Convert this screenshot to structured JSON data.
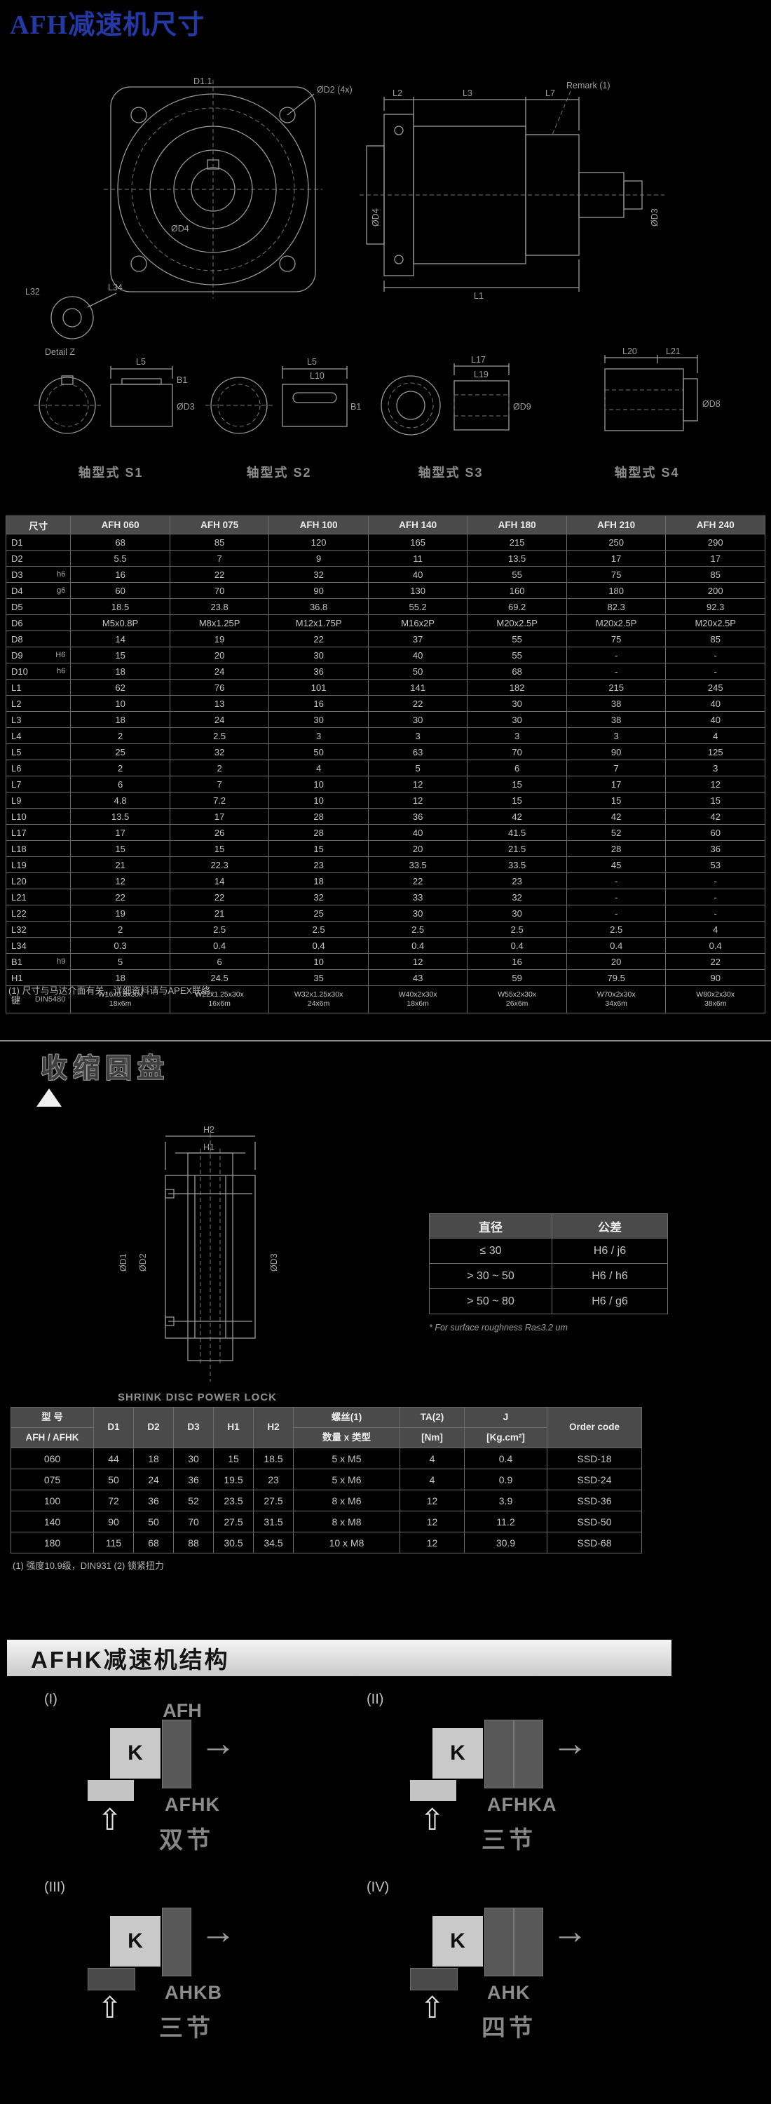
{
  "page": {
    "title": "AFH减速机尺寸"
  },
  "drawings": {
    "front_view": {
      "dim_top": "D1.1",
      "bolt_label": "ØD2 (4x)",
      "pilot_label": "ØD4"
    },
    "side_view": {
      "dims_top": [
        "L2",
        "L3",
        "L7"
      ],
      "dim_bottom": "L1",
      "dims_right": [
        "ØD3",
        "ØD4"
      ],
      "remark": "Remark (1)"
    },
    "detail": {
      "label": "Detail Z",
      "dims": [
        "L32",
        "L34"
      ]
    },
    "shaft_types": [
      {
        "caption": "轴型式 S1",
        "dims": [
          "B1",
          "L5",
          "ØD3"
        ]
      },
      {
        "caption": "轴型式 S2",
        "dims": [
          "L5",
          "L10",
          "B1"
        ]
      },
      {
        "caption": "轴型式 S3",
        "dims": [
          "L17",
          "L19",
          "ØD9"
        ]
      },
      {
        "caption": "轴型式 S4",
        "dims": [
          "L20",
          "L21",
          "ØD8"
        ]
      }
    ],
    "shrink": {
      "h1": "H1",
      "h2": "H2",
      "d1": "ØD1",
      "d2": "ØD2",
      "d3": "ØD3"
    }
  },
  "dim_table": {
    "header": [
      "尺寸",
      "AFH 060",
      "AFH 075",
      "AFH 100",
      "AFH 140",
      "AFH 180",
      "AFH 210",
      "AFH 240"
    ],
    "rows": [
      {
        "label": "D1",
        "tol": "",
        "values": [
          "68",
          "85",
          "120",
          "165",
          "215",
          "250",
          "290"
        ]
      },
      {
        "label": "D2",
        "tol": "",
        "values": [
          "5.5",
          "7",
          "9",
          "11",
          "13.5",
          "17",
          "17"
        ]
      },
      {
        "label": "D3",
        "tol": "h6",
        "values": [
          "16",
          "22",
          "32",
          "40",
          "55",
          "75",
          "85"
        ]
      },
      {
        "label": "D4",
        "tol": "g6",
        "values": [
          "60",
          "70",
          "90",
          "130",
          "160",
          "180",
          "200"
        ]
      },
      {
        "label": "D5",
        "tol": "",
        "values": [
          "18.5",
          "23.8",
          "36.8",
          "55.2",
          "69.2",
          "82.3",
          "92.3"
        ]
      },
      {
        "label": "D6",
        "tol": "",
        "values": [
          "M5x0.8P",
          "M8x1.25P",
          "M12x1.75P",
          "M16x2P",
          "M20x2.5P",
          "M20x2.5P",
          "M20x2.5P"
        ]
      },
      {
        "label": "D8",
        "tol": "",
        "values": [
          "14",
          "19",
          "22",
          "37",
          "55",
          "75",
          "85"
        ]
      },
      {
        "label": "D9",
        "tol": "H6",
        "values": [
          "15",
          "20",
          "30",
          "40",
          "55",
          "-",
          "-"
        ]
      },
      {
        "label": "D10",
        "tol": "h6",
        "values": [
          "18",
          "24",
          "36",
          "50",
          "68",
          "-",
          "-"
        ]
      },
      {
        "label": "L1",
        "tol": "",
        "values": [
          "62",
          "76",
          "101",
          "141",
          "182",
          "215",
          "245"
        ]
      },
      {
        "label": "L2",
        "tol": "",
        "values": [
          "10",
          "13",
          "16",
          "22",
          "30",
          "38",
          "40"
        ]
      },
      {
        "label": "L3",
        "tol": "",
        "values": [
          "18",
          "24",
          "30",
          "30",
          "30",
          "38",
          "40"
        ]
      },
      {
        "label": "L4",
        "tol": "",
        "values": [
          "2",
          "2.5",
          "3",
          "3",
          "3",
          "3",
          "4"
        ]
      },
      {
        "label": "L5",
        "tol": "",
        "values": [
          "25",
          "32",
          "50",
          "63",
          "70",
          "90",
          "125"
        ]
      },
      {
        "label": "L6",
        "tol": "",
        "values": [
          "2",
          "2",
          "4",
          "5",
          "6",
          "7",
          "3"
        ]
      },
      {
        "label": "L7",
        "tol": "",
        "values": [
          "6",
          "7",
          "10",
          "12",
          "15",
          "17",
          "12"
        ]
      },
      {
        "label": "L9",
        "tol": "",
        "values": [
          "4.8",
          "7.2",
          "10",
          "12",
          "15",
          "15",
          "15"
        ]
      },
      {
        "label": "L10",
        "tol": "",
        "values": [
          "13.5",
          "17",
          "28",
          "36",
          "42",
          "42",
          "42"
        ]
      },
      {
        "label": "L17",
        "tol": "",
        "values": [
          "17",
          "26",
          "28",
          "40",
          "41.5",
          "52",
          "60"
        ]
      },
      {
        "label": "L18",
        "tol": "",
        "values": [
          "15",
          "15",
          "15",
          "20",
          "21.5",
          "28",
          "36"
        ]
      },
      {
        "label": "L19",
        "tol": "",
        "values": [
          "21",
          "22.3",
          "23",
          "33.5",
          "33.5",
          "45",
          "53"
        ]
      },
      {
        "label": "L20",
        "tol": "",
        "values": [
          "12",
          "14",
          "18",
          "22",
          "23",
          "-",
          "-"
        ]
      },
      {
        "label": "L21",
        "tol": "",
        "values": [
          "22",
          "22",
          "32",
          "33",
          "32",
          "-",
          "-"
        ]
      },
      {
        "label": "L22",
        "tol": "",
        "values": [
          "19",
          "21",
          "25",
          "30",
          "30",
          "-",
          "-"
        ]
      },
      {
        "label": "L32",
        "tol": "",
        "values": [
          "2",
          "2.5",
          "2.5",
          "2.5",
          "2.5",
          "2.5",
          "4"
        ]
      },
      {
        "label": "L34",
        "tol": "",
        "values": [
          "0.3",
          "0.4",
          "0.4",
          "0.4",
          "0.4",
          "0.4",
          "0.4"
        ]
      },
      {
        "label": "B1",
        "tol": "h9",
        "values": [
          "5",
          "6",
          "10",
          "12",
          "16",
          "20",
          "22"
        ]
      },
      {
        "label": "H1",
        "tol": "",
        "values": [
          "18",
          "24.5",
          "35",
          "43",
          "59",
          "79.5",
          "90"
        ]
      },
      {
        "label": "键",
        "tol": "DIN5480",
        "small": true,
        "values": [
          "W16x0.8x30x\n18x6m",
          "W22x1.25x30x\n16x6m",
          "W32x1.25x30x\n24x6m",
          "W40x2x30x\n18x6m",
          "W55x2x30x\n26x6m",
          "W70x2x30x\n34x6m",
          "W80x2x30x\n38x6m"
        ]
      }
    ],
    "note": "(1) 尺寸与马达介面有关，详细资料请与APEX联络。"
  },
  "shrink": {
    "title": "收缩圆盘",
    "caption": "SHRINK DISC POWER LOCK",
    "tol_table": {
      "headers": [
        "直径",
        "公差"
      ],
      "rows": [
        [
          "≤ 30",
          "H6 / j6"
        ],
        [
          "> 30 ~ 50",
          "H6 / h6"
        ],
        [
          "> 50 ~ 80",
          "H6 / g6"
        ]
      ],
      "note": "* For surface roughness Ra≤3.2 um"
    },
    "table": {
      "h_model": "型  号",
      "h_model2": "AFH / AFHK",
      "dims": [
        "D1",
        "D2",
        "D3",
        "H1",
        "H2"
      ],
      "h_screw": "螺丝(1)",
      "h_screw2": "数量 x 类型",
      "h_ta": "TA(2)",
      "h_ta2": "[Nm]",
      "h_j": "J",
      "h_j2": "[Kg.cm²]",
      "h_order": "Order code",
      "rows": [
        [
          "060",
          "44",
          "18",
          "30",
          "15",
          "18.5",
          "5 x M5",
          "4",
          "0.4",
          "SSD-18"
        ],
        [
          "075",
          "50",
          "24",
          "36",
          "19.5",
          "23",
          "5 x M6",
          "4",
          "0.9",
          "SSD-24"
        ],
        [
          "100",
          "72",
          "36",
          "52",
          "23.5",
          "27.5",
          "8 x M6",
          "12",
          "3.9",
          "SSD-36"
        ],
        [
          "140",
          "90",
          "50",
          "70",
          "27.5",
          "31.5",
          "8 x M8",
          "12",
          "11.2",
          "SSD-50"
        ],
        [
          "180",
          "115",
          "68",
          "88",
          "30.5",
          "34.5",
          "10 x M8",
          "12",
          "30.9",
          "SSD-68"
        ]
      ],
      "note": "(1) 强度10.9级，DIN931    (2) 锁紧扭力"
    }
  },
  "structure": {
    "title": "AFHK减速机结构",
    "arrow_right": "→",
    "arrow_up": "⇧",
    "diagrams": [
      {
        "id": "(I)",
        "top": "AFH",
        "k": "K",
        "name": "AFHK",
        "stage": "双节"
      },
      {
        "id": "(II)",
        "top": "",
        "k": "K",
        "name": "AFHKA",
        "stage": "三节"
      },
      {
        "id": "(III)",
        "top": "",
        "k": "K",
        "name": "AHKB",
        "stage": "三节"
      },
      {
        "id": "(IV)",
        "top": "",
        "k": "K",
        "name": "AHK",
        "stage": "四节"
      }
    ]
  }
}
